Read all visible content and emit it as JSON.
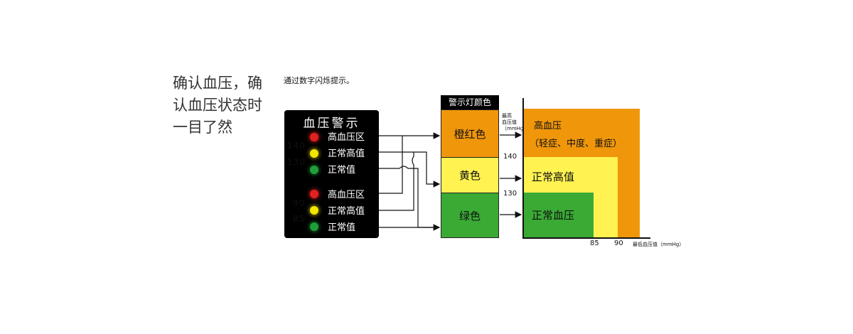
{
  "tagline": "确认血压，确认血压状态时一目了然",
  "subtitle": "通过数字闪烁提示。",
  "panel": {
    "title": "血压警示",
    "upper_group": [
      {
        "color": "red",
        "label": "高血压区"
      },
      {
        "color": "yellow",
        "label": "正常高值"
      },
      {
        "color": "green",
        "label": "正常值"
      }
    ],
    "lower_group": [
      {
        "color": "red",
        "label": "高血压区"
      },
      {
        "color": "yellow",
        "label": "正常高值"
      },
      {
        "color": "green",
        "label": "正常值"
      }
    ],
    "side_numbers": [
      "140",
      "130",
      "90",
      "85"
    ]
  },
  "color_column": {
    "header": "警示灯颜色",
    "blocks": [
      {
        "label": "橙红色",
        "color": "#f0960a"
      },
      {
        "label": "黄色",
        "color": "#fff251"
      },
      {
        "label": "绿色",
        "color": "#3aaa35"
      }
    ]
  },
  "chart": {
    "y_axis_label_lines": [
      "最高",
      "血压值",
      "（mmHg）"
    ],
    "y_ticks": [
      "140",
      "130"
    ],
    "x_ticks": [
      "85",
      "90"
    ],
    "x_axis_label": "最低血压值（mmHg）",
    "zones": {
      "high_title": "高血压",
      "high_detail": "（轻症、中度、重症）",
      "normal_high": "正常高值",
      "normal": "正常血压"
    }
  }
}
